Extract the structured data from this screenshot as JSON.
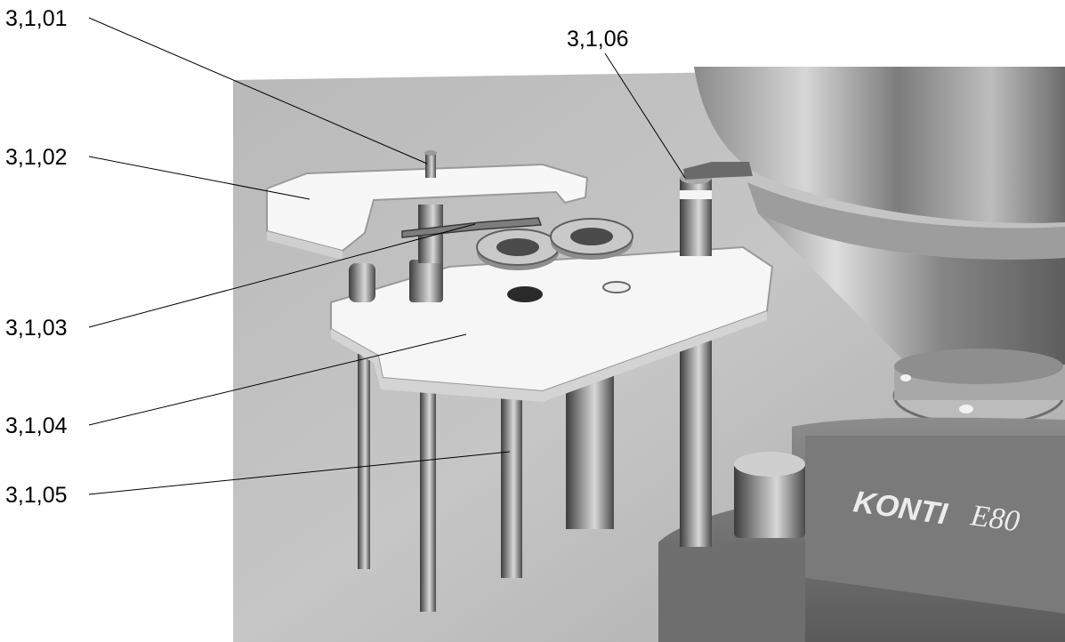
{
  "figure": {
    "product_label": {
      "brand": "KONTI",
      "model": "E80"
    },
    "callouts": [
      {
        "id": "3,1,01",
        "text": "3,1,01"
      },
      {
        "id": "3,1,02",
        "text": "3,1,02"
      },
      {
        "id": "3,1,03",
        "text": "3,1,03"
      },
      {
        "id": "3,1,04",
        "text": "3,1,04"
      },
      {
        "id": "3,1,05",
        "text": "3,1,05"
      },
      {
        "id": "3,1,06",
        "text": "3,1,06"
      }
    ]
  }
}
